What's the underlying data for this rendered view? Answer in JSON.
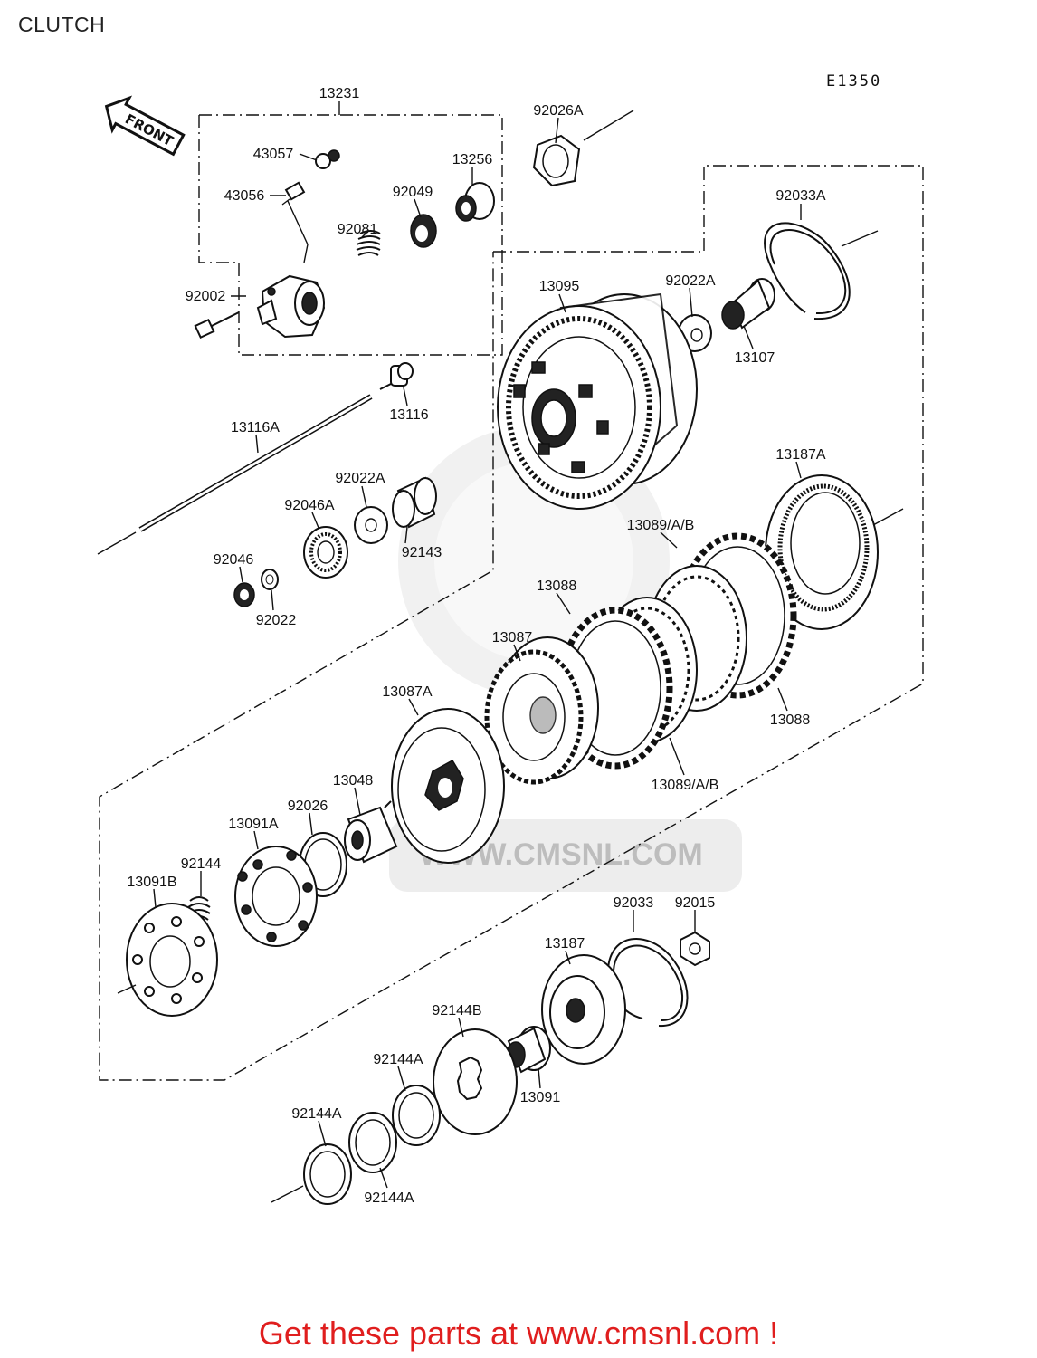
{
  "page": {
    "title": "CLUTCH",
    "diagram_code": "E1350"
  },
  "front_arrow_label": "FRONT",
  "watermark": "WWW.CMSNL.COM",
  "labels": {
    "p13231": "13231",
    "p92026A": "92026A",
    "p43057": "43057",
    "p13256": "13256",
    "p43056": "43056",
    "p92049": "92049",
    "p92081": "92081",
    "p92002": "92002",
    "p92033A": "92033A",
    "p13095": "13095",
    "p92022A_top": "92022A",
    "p13107": "13107",
    "p13116": "13116",
    "p13116A": "13116A",
    "p92022A_mid": "92022A",
    "p92046A": "92046A",
    "p92143": "92143",
    "p92046": "92046",
    "p92022": "92022",
    "p13187A": "13187A",
    "p13089AB_top": "13089/A/B",
    "p13088_top": "13088",
    "p13087": "13087",
    "p13088_right": "13088",
    "p13087A": "13087A",
    "p13089AB_bottom": "13089/A/B",
    "p13048": "13048",
    "p92026": "92026",
    "p13091A": "13091A",
    "p92144": "92144",
    "p13091B": "13091B",
    "p92033": "92033",
    "p92015": "92015",
    "p13187": "13187",
    "p92144B": "92144B",
    "p92144A_1": "92144A",
    "p13091": "13091",
    "p92144A_2": "92144A",
    "p92144A_3": "92144A"
  },
  "footer": {
    "text": "Get these parts at www.cmsnl.com !",
    "color": "#e01e1e"
  }
}
